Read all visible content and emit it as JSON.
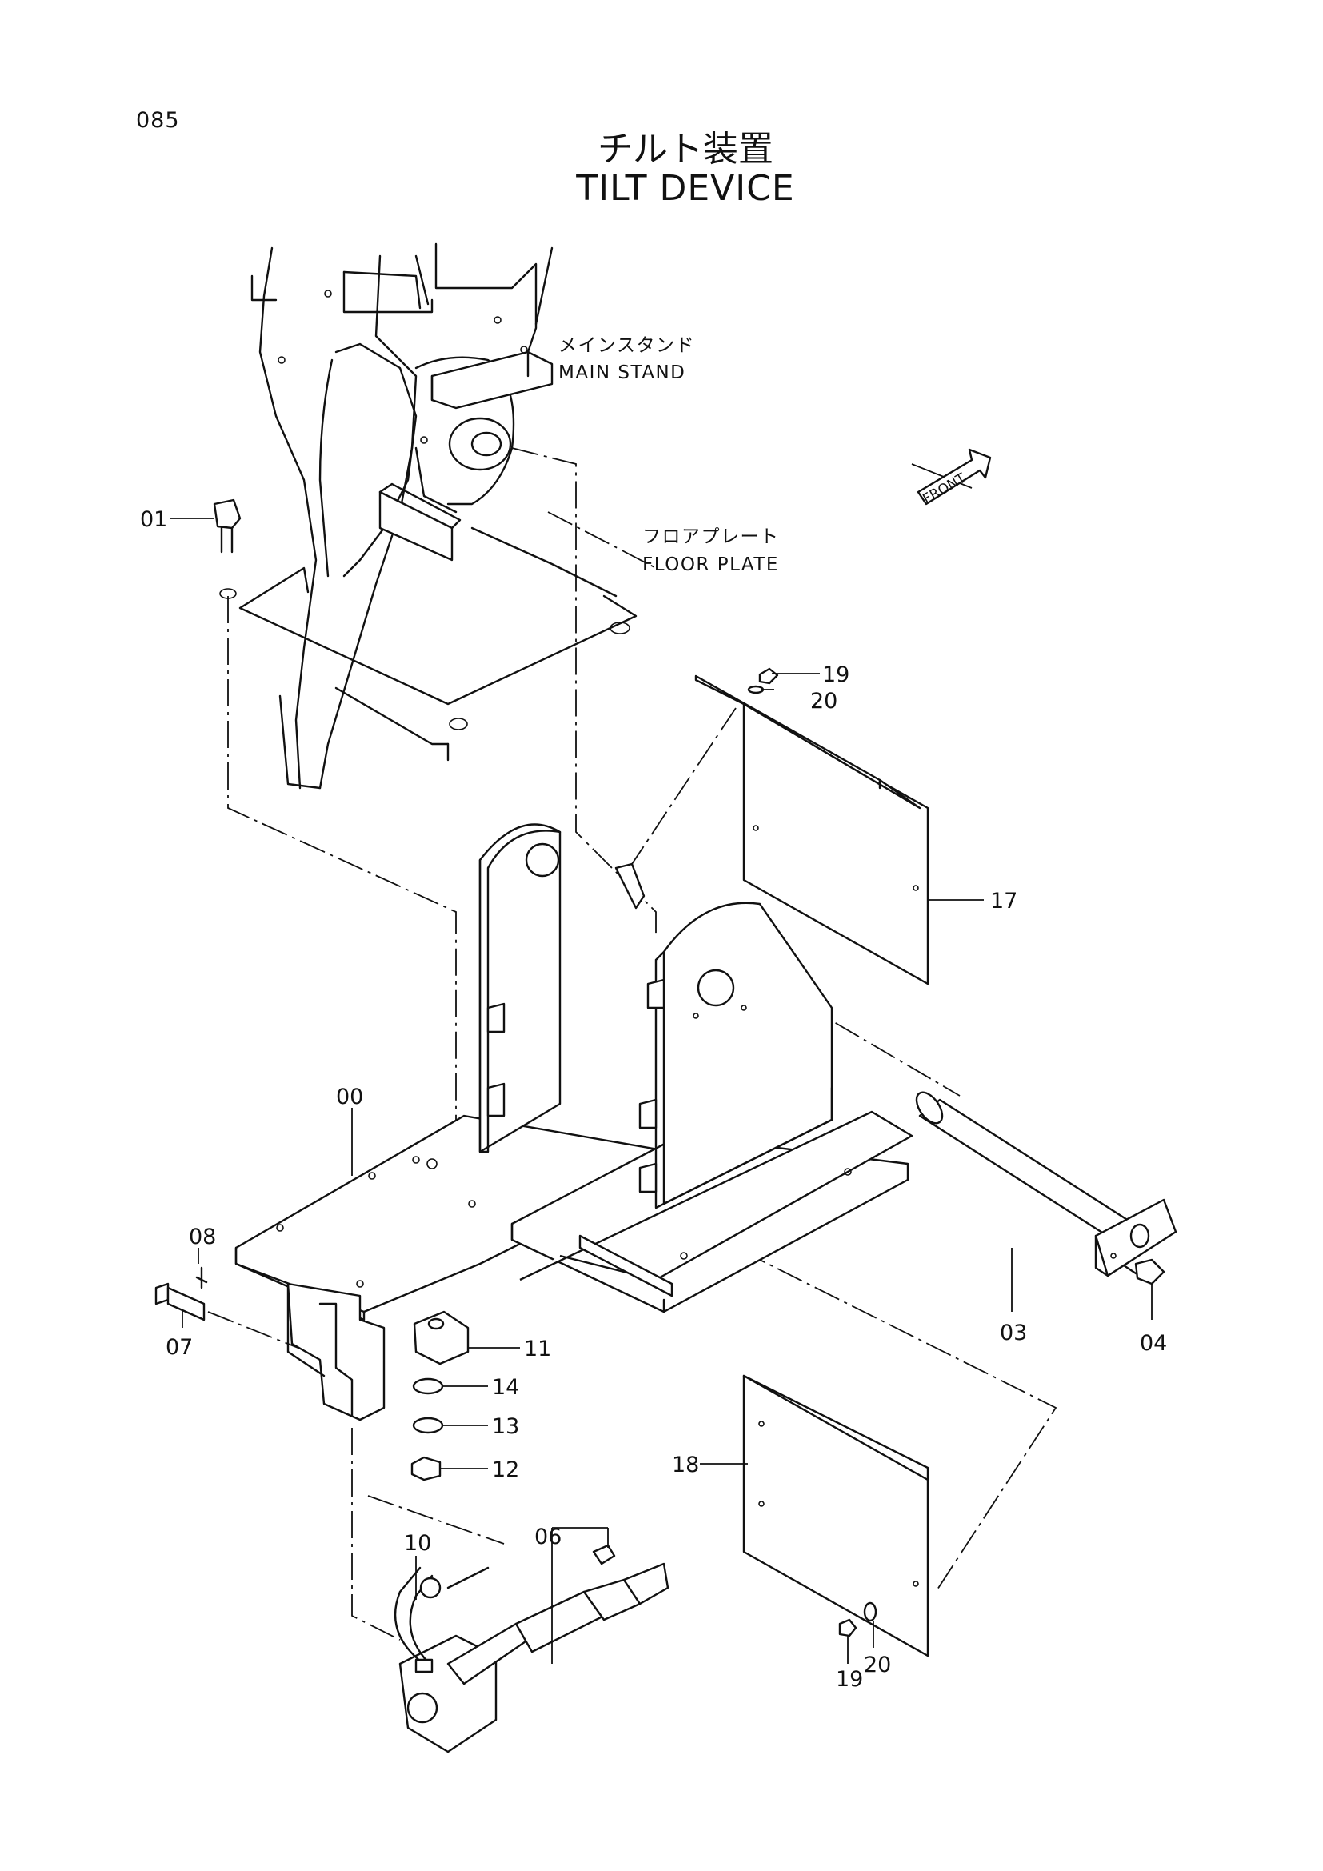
{
  "page_number": "085",
  "title_jp": "チルト装置",
  "title_en": "TILT DEVICE",
  "labels": {
    "main_stand_jp": "メインスタンド",
    "main_stand_en": "MAIN STAND",
    "floor_plate_jp": "フロアプレート",
    "floor_plate_en": "FLOOR PLATE",
    "front_arrow": "FRONT"
  },
  "part_numbers": {
    "p00": "00",
    "p01": "01",
    "p03": "03",
    "p04": "04",
    "p06": "06",
    "p07": "07",
    "p08": "08",
    "p10": "10",
    "p11": "11",
    "p12": "12",
    "p13": "13",
    "p14": "14",
    "p17": "17",
    "p18": "18",
    "p19a": "19",
    "p20a": "20",
    "p19b": "19",
    "p20b": "20"
  }
}
